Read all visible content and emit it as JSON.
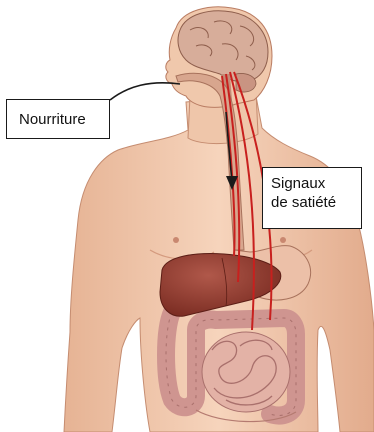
{
  "labels": {
    "food": "Nourriture",
    "satiety_line1": "Signaux",
    "satiety_line2": "de satiété"
  },
  "colors": {
    "background": "#ffffff",
    "skin": "#f0c8ac",
    "skin_shadow": "#d9a488",
    "brain": "#c99a86",
    "liver": "#8e3a2c",
    "stomach": "#e9b8a0",
    "intestine": "#d8a09a",
    "esophagus": "#d8a68e",
    "signal_lines": "#c8201e",
    "arrow": "#1a1a1a"
  }
}
